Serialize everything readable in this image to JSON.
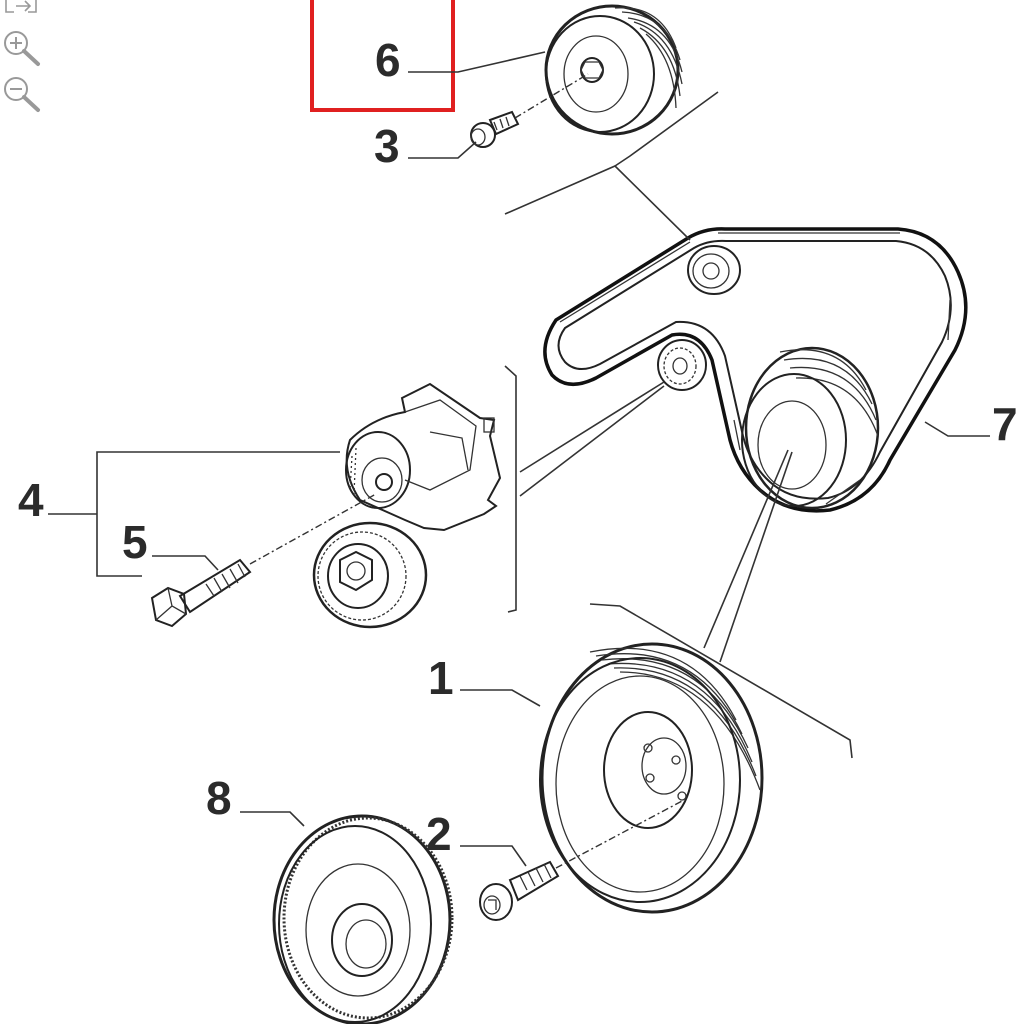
{
  "toolbar": {
    "buttons": [
      {
        "name": "fit-icon"
      },
      {
        "name": "zoom-in-icon"
      },
      {
        "name": "zoom-out-icon"
      }
    ]
  },
  "callouts": {
    "c1": "1",
    "c2": "2",
    "c3": "3",
    "c4": "4",
    "c5": "5",
    "c6": "6",
    "c7": "7",
    "c8": "8"
  },
  "highlight": {
    "callout": "6",
    "color": "#e02020"
  },
  "colors": {
    "line": "#222222",
    "label": "#2b2b2b",
    "background": "#ffffff"
  }
}
